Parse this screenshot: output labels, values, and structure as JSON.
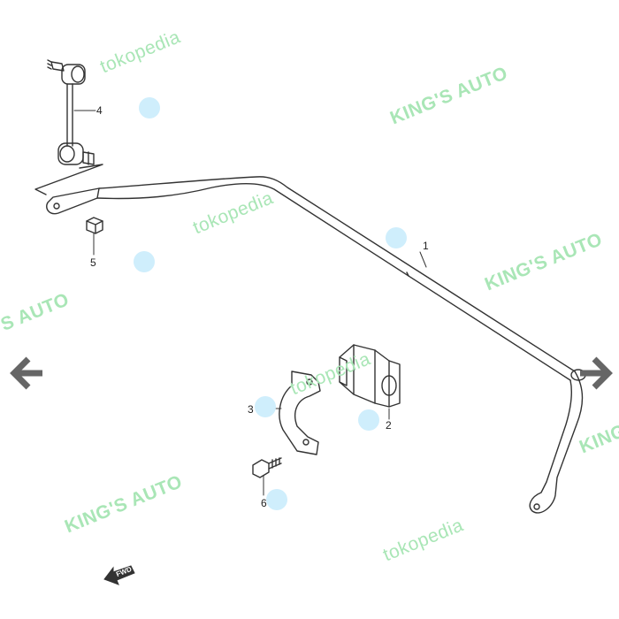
{
  "watermarks": {
    "tokopedia": "tokopedia",
    "kings_auto": "KING'S AUTO"
  },
  "parts": {
    "p1": "1",
    "p2": "2",
    "p3": "3",
    "p4": "4",
    "p5": "5",
    "p6": "6"
  },
  "fwd_indicator": "FWD",
  "colors": {
    "watermark_green": "#a9e6b6",
    "hotspot_blue": "#cfeefc",
    "arrow_gray": "#666666",
    "line": "#333333"
  },
  "icons": {
    "prev": "arrow-left-icon",
    "next": "arrow-right-icon",
    "forward": "fwd-arrow-icon"
  }
}
